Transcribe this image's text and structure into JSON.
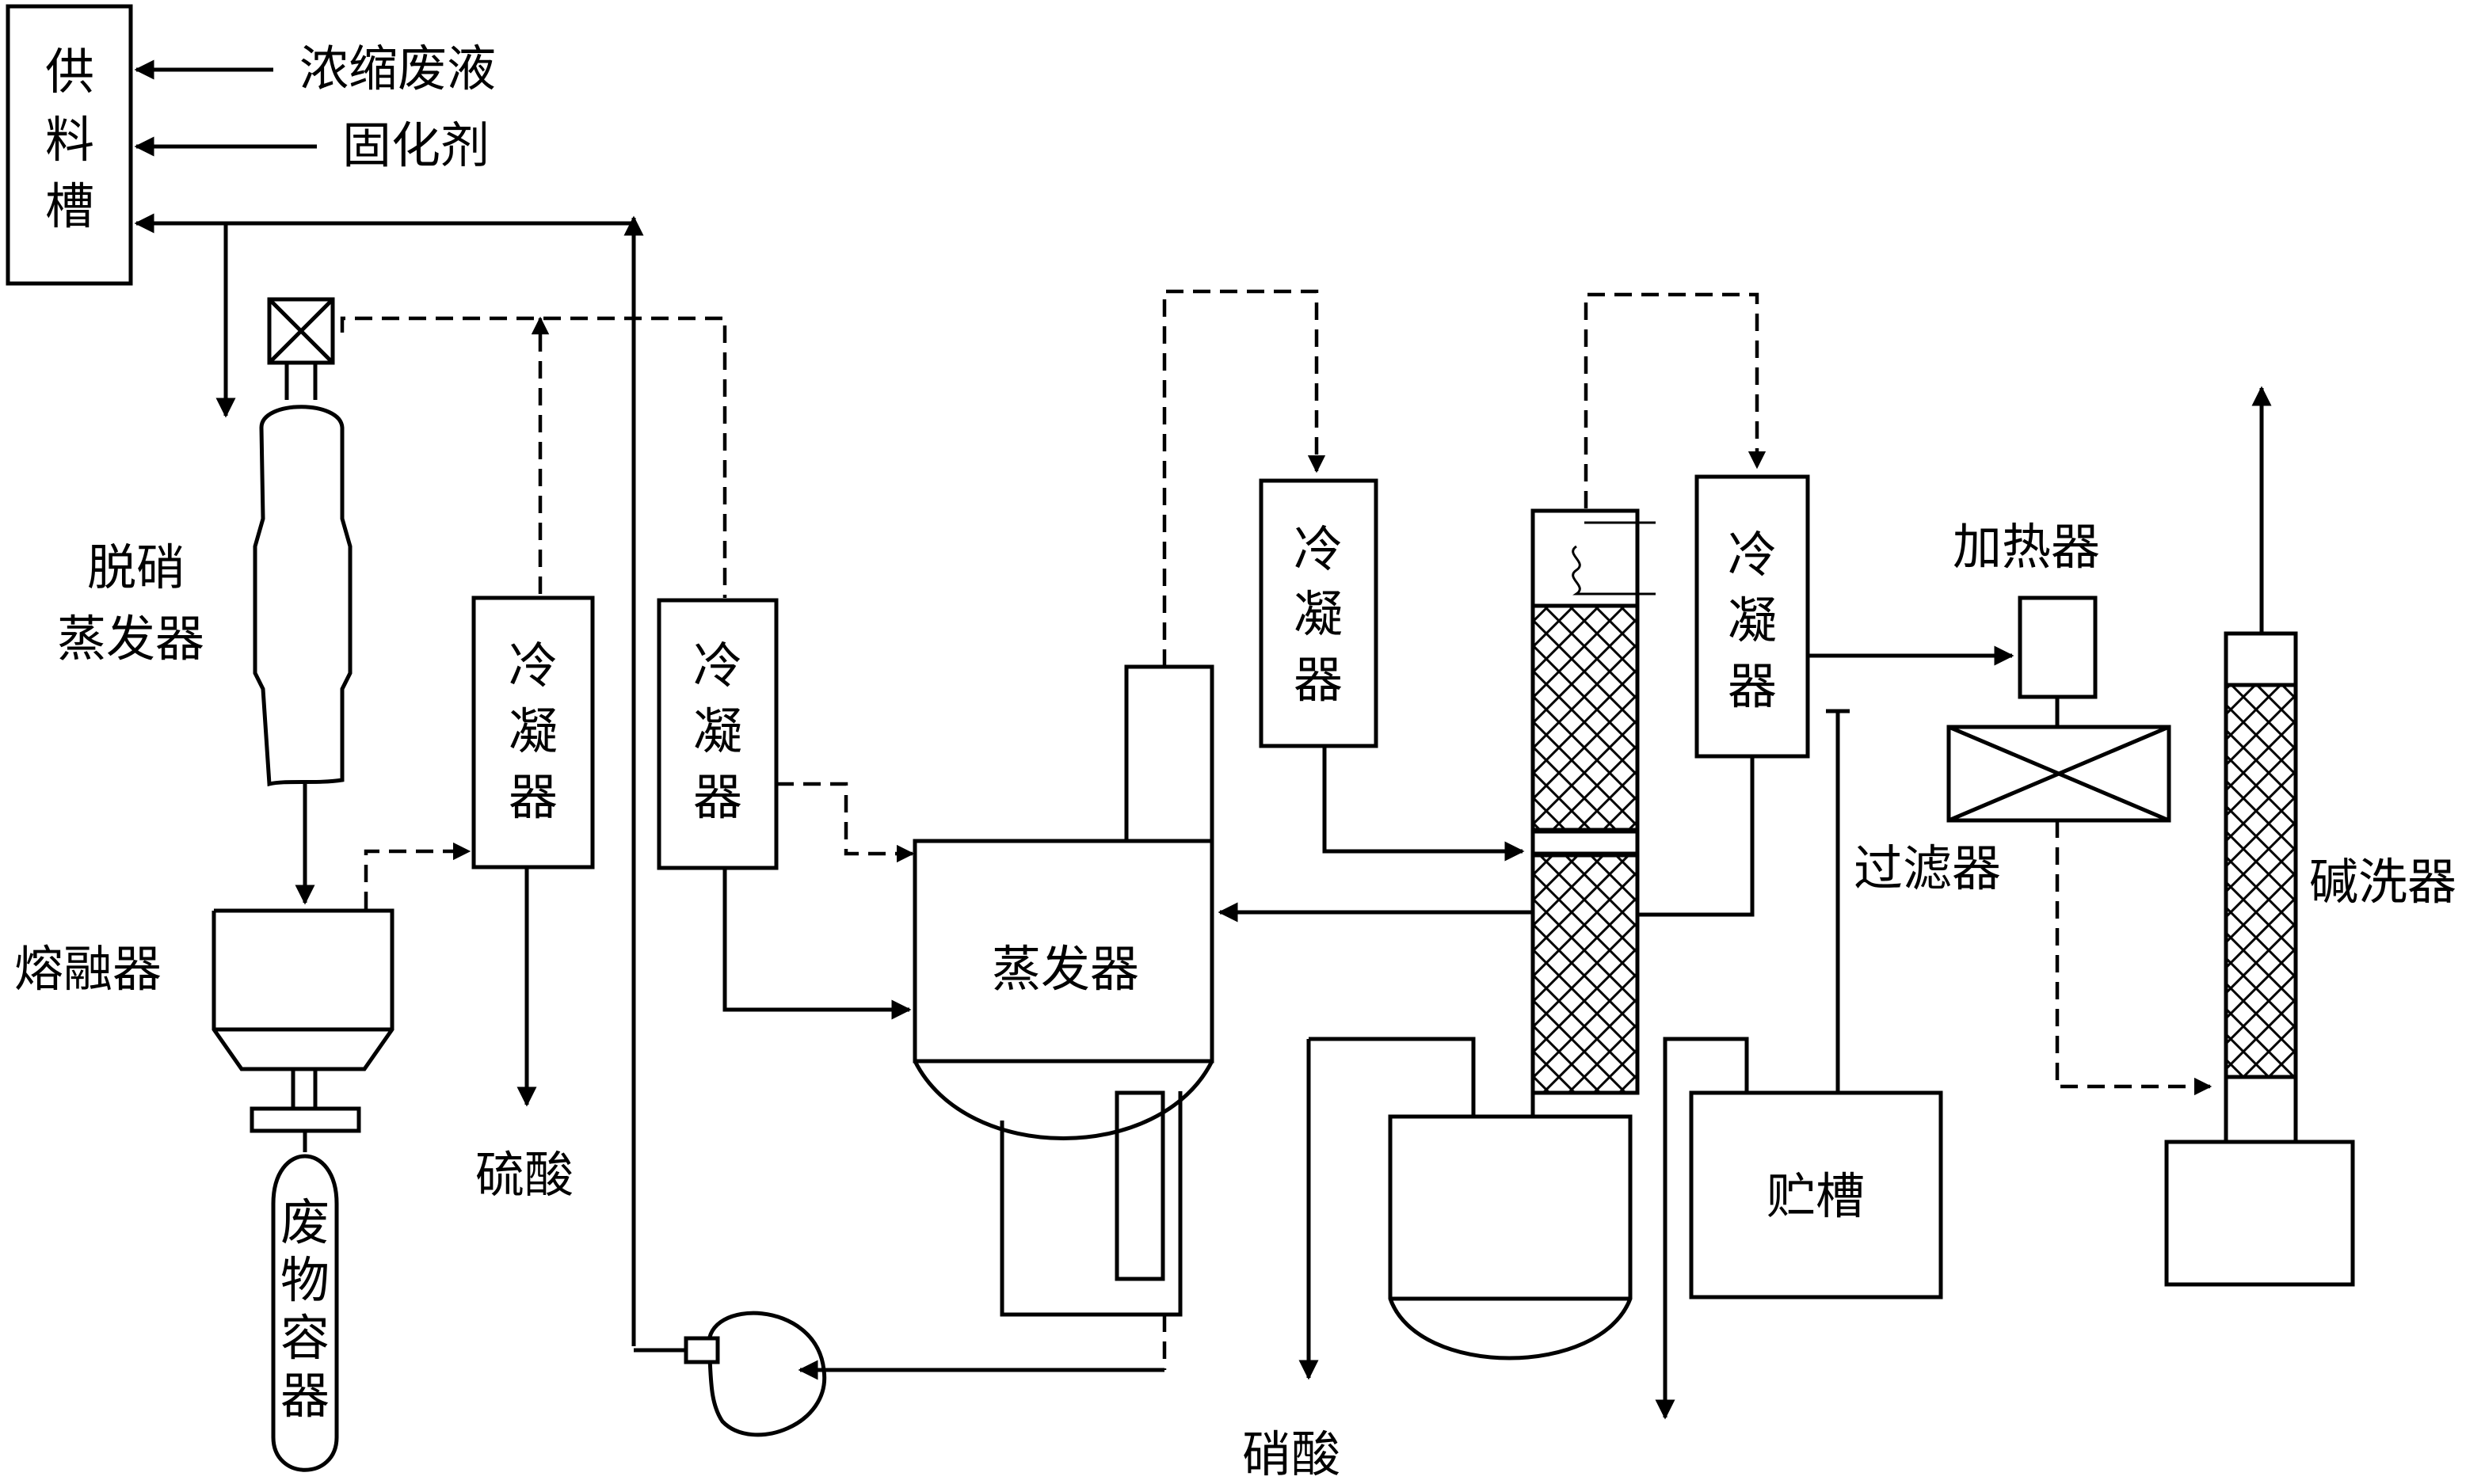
{
  "labels": {
    "feed_tank": [
      "供",
      "料",
      "槽"
    ],
    "conc_waste": "浓缩废液",
    "solidifier": "固化剂",
    "denitration_evaporator": [
      "脱硝",
      "蒸发器"
    ],
    "melter": "熔融器",
    "waste_container": [
      "废",
      "物",
      "容",
      "器"
    ],
    "condenser_1": [
      "冷",
      "凝",
      "器"
    ],
    "condenser_2": [
      "冷",
      "凝",
      "器"
    ],
    "condenser_3": [
      "冷",
      "凝",
      "器"
    ],
    "condenser_4": [
      "冷",
      "凝",
      "器"
    ],
    "sulfuric_acid": "硫酸",
    "evaporator": "蒸发器",
    "nitric_acid": "硝酸",
    "storage_tank": "贮槽",
    "heater": "加热器",
    "filter": "过滤器",
    "alkali_scrubber": "碱洗器"
  }
}
